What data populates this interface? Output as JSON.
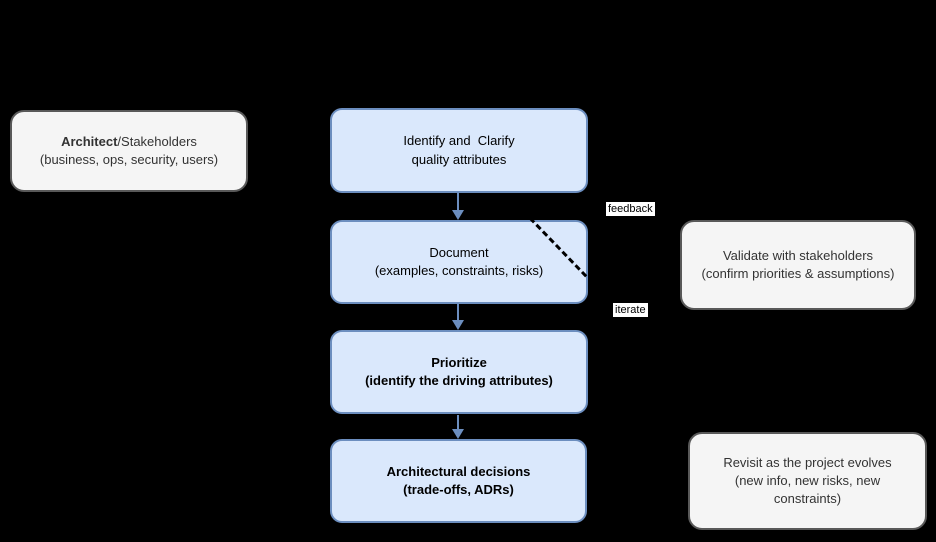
{
  "diagram": {
    "background_color": "#000000",
    "blue_node_fill": "#dae8fc",
    "blue_node_border": "#6c8ebf",
    "gray_node_fill": "#f5f5f5",
    "gray_node_border": "#595959",
    "arrow_color": "#6c8ebf",
    "dashed_connector_color": "#000000",
    "edge_label_background": "#ffffff"
  },
  "nodes": {
    "architect": {
      "title_bold": "Architect",
      "title_rest": "/Stakeholders",
      "line2": "(business, ops, security, users)"
    },
    "identify": {
      "line1": "Identify and  Clarify",
      "line2": "quality attributes"
    },
    "document": {
      "line1": "Document",
      "line2": "(examples, constraints, risks)"
    },
    "prioritize": {
      "line1": "Prioritize",
      "line2": "(identify the driving attributes)"
    },
    "decisions": {
      "line1": "Architectural decisions",
      "line2": "(trade-offs, ADRs)"
    },
    "validate": {
      "line1": "Validate with stakeholders",
      "line2": "(confirm priorities & assumptions)"
    },
    "revisit": {
      "line1": "Revisit as the project evolves",
      "line2": "(new info, new risks, new constraints)"
    }
  },
  "edge_labels": {
    "feedback": "feedback",
    "iterate": "iterate"
  }
}
